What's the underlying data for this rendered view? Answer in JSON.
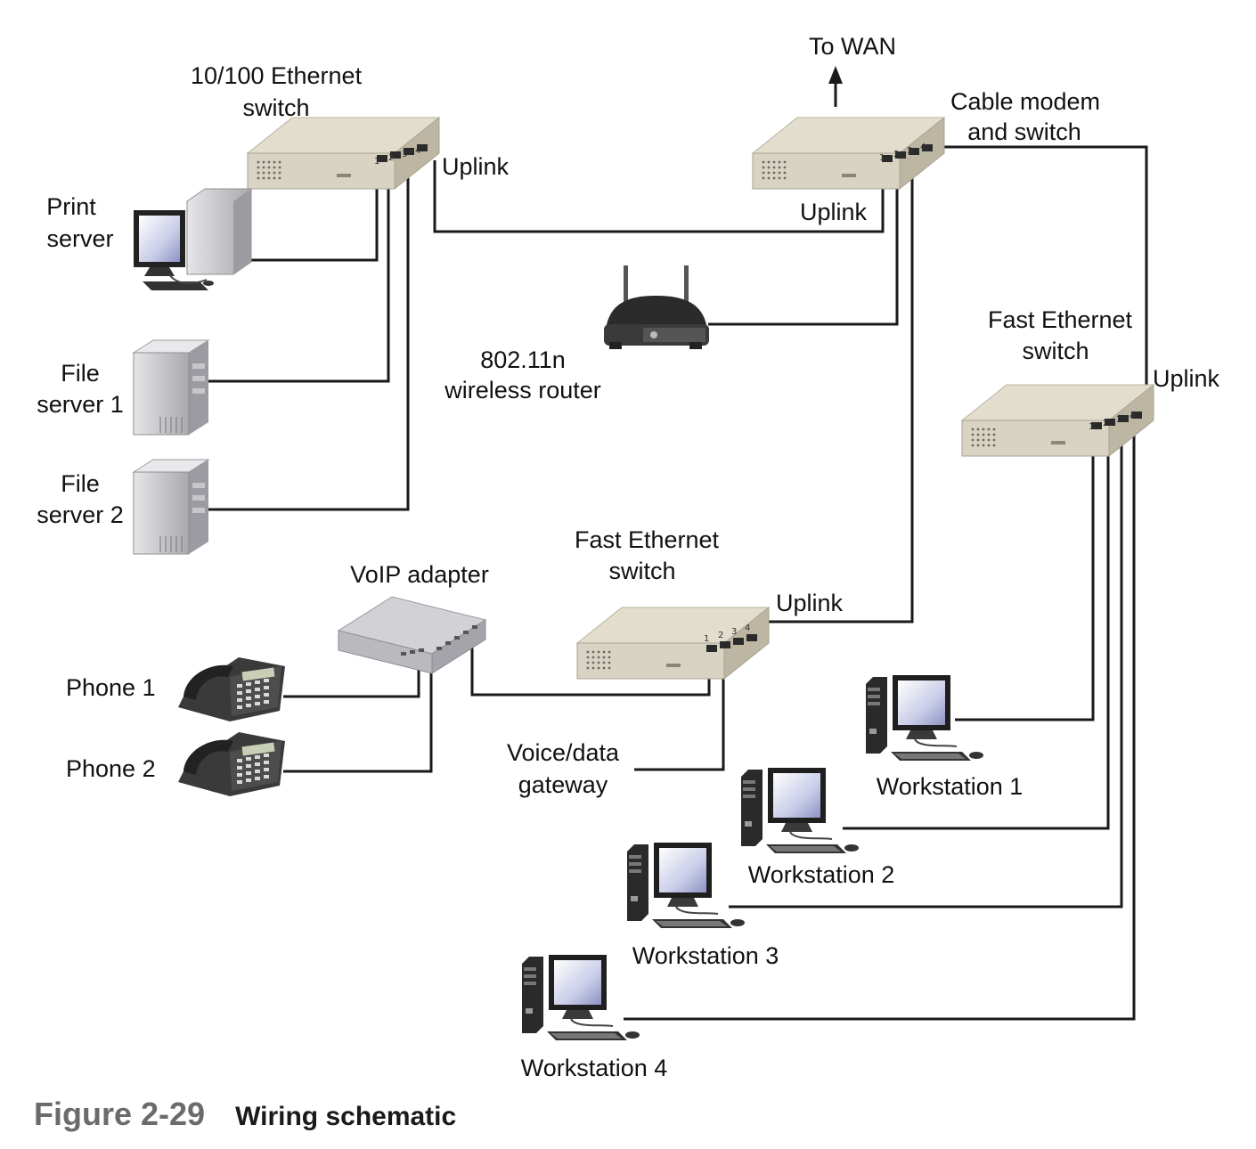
{
  "labels": {
    "to_wan": "To WAN",
    "switch_10_100_l1": "10/100 Ethernet",
    "switch_10_100_l2": "switch",
    "uplink": "Uplink",
    "cable_modem_l1": "Cable modem",
    "cable_modem_l2": "and switch",
    "print_server_l1": "Print",
    "print_server_l2": "server",
    "file_server_1_l1": "File",
    "file_server_1_l2": "server 1",
    "file_server_2_l1": "File",
    "file_server_2_l2": "server 2",
    "router_l1": "802.11n",
    "router_l2": "wireless router",
    "fast_switch_l1": "Fast Ethernet",
    "fast_switch_l2": "switch",
    "voip_adapter": "VoIP adapter",
    "phone_1": "Phone 1",
    "phone_2": "Phone 2",
    "gateway_l1": "Voice/data",
    "gateway_l2": "gateway",
    "workstation_1": "Workstation 1",
    "workstation_2": "Workstation 2",
    "workstation_3": "Workstation 3",
    "workstation_4": "Workstation 4",
    "port_1": "1",
    "port_2": "2",
    "port_3": "3",
    "port_4": "4"
  },
  "caption": {
    "number": "Figure 2-29",
    "title": "Wiring schematic"
  },
  "colors": {
    "switch_body": "#d6d1c1",
    "switch_top": "#e4e0d2",
    "server_gray": "#c8c8cc",
    "wire": "#1a1a1a",
    "figure_number": "#6b6b6b"
  }
}
